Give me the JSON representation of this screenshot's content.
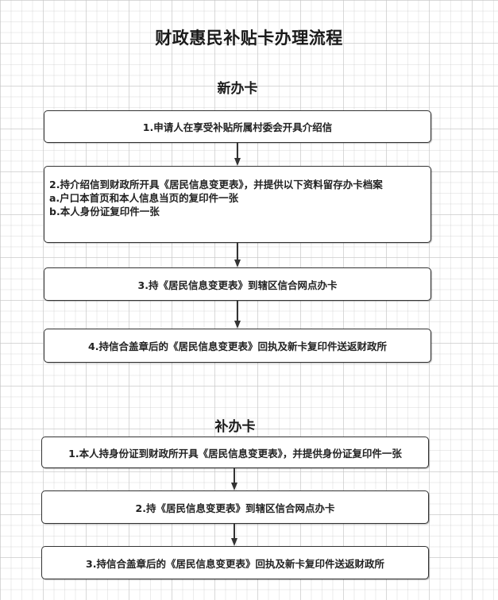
{
  "title": "财政惠民补贴卡办理流程",
  "new_card": {
    "heading": "新办卡",
    "steps": [
      {
        "text": "1.申请人在享受补贴所属村委会开具介绍信"
      },
      {
        "lines": [
          "2.持介绍信到财政所开具《居民信息变更表》，并提供以下资料留存办卡档案",
          "a.户口本首页和本人信息当页的复印件一张",
          "b.本人身份证复印件一张"
        ]
      },
      {
        "text": "3.持《居民信息变更表》到辖区信合网点办卡"
      },
      {
        "text": "4.持信合盖章后的《居民信息变更表》回执及新卡复印件送返财政所"
      }
    ]
  },
  "reissue_card": {
    "heading": "补办卡",
    "steps": [
      {
        "text": "1.本人持身份证到财政所开具《居民信息变更表》，并提供身份证复印件一张"
      },
      {
        "text": "2.持《居民信息变更表》到辖区信合网点办卡"
      },
      {
        "text": "3.持信合盖章后的《居民信息变更表》回执及新卡复印件送返财政所"
      }
    ]
  },
  "colors": {
    "border": "#333333",
    "text": "#1a1a1a",
    "grid": "#e3e3e3",
    "background": "#ffffff"
  }
}
